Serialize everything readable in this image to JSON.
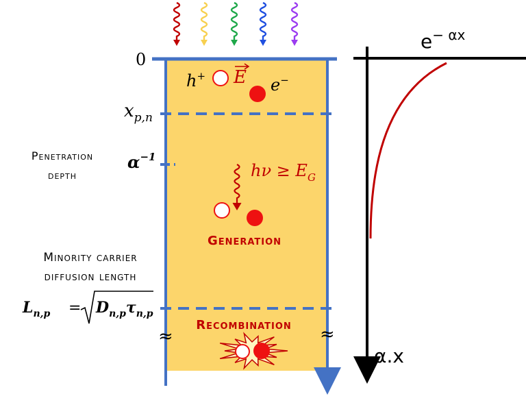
{
  "left_axis": {
    "zero": "0",
    "x_pn": "x",
    "x_pn_sub": "p,n",
    "alpha_inv": "α",
    "alpha_inv_sup": "−1",
    "L_np": "L",
    "L_np_sub": "n,p",
    "L_eq": "=",
    "D": "D",
    "D_sub": "n,p",
    "tau": "τ",
    "tau_sub": "n,p"
  },
  "side_labels": {
    "penetration_line1": "Penetration",
    "penetration_line2": "depth",
    "minority_line1": "Minority carrier",
    "minority_line2": "diffusion length"
  },
  "slab": {
    "hole_label": "h",
    "hole_sup": "+",
    "field_label": "E",
    "electron_label": "e",
    "electron_sup": "−",
    "photon_label": "hν ≥ E",
    "photon_sub": "G",
    "generation_label": "Generation",
    "recombination_label": "Recombination",
    "break_symbol": "≈"
  },
  "right_axis": {
    "curve_label": "e",
    "curve_label_sup": "− αx",
    "axis_label": "α.x"
  },
  "colors": {
    "slab_fill": "#fcd56b",
    "slab_border": "#4472c4",
    "electron": "#ee1111",
    "text_red": "#c00000",
    "curve": "#c00000",
    "photons": [
      "#c00000",
      "#f7d050",
      "#1fa84a",
      "#1f4fe0",
      "#9b3cf0"
    ]
  }
}
